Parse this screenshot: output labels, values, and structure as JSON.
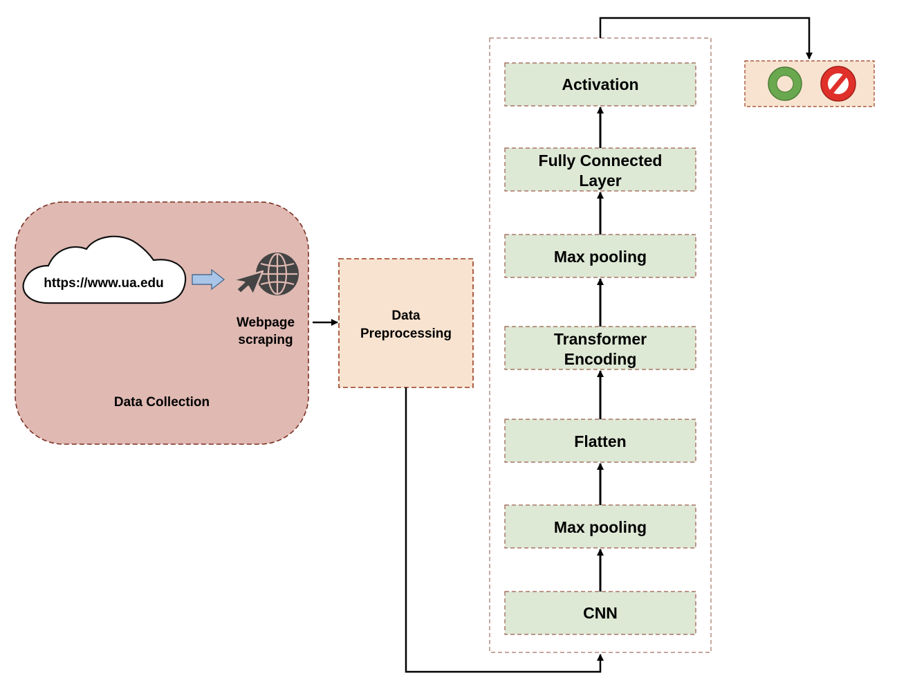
{
  "colors": {
    "collection_fill": "#dfb9b2",
    "collection_border": "#7a2e22",
    "preprocess_fill": "#f7e3cf",
    "preprocess_border": "#9a3b1f",
    "layer_fill": "#dde8d5",
    "layer_border": "#9a5a4a",
    "model_border": "#a07060",
    "arrow": "#000000",
    "small_arrow_fill": "#a9c6e8",
    "small_arrow_stroke": "#4a6a90",
    "positive_icon": "#6aa84f",
    "negative_icon": "#e0302a",
    "globe_icon": "#444444"
  },
  "data_collection": {
    "url": "https://www.ua.edu",
    "scraping_label_line1": "Webpage",
    "scraping_label_line2": "scraping",
    "title": "Data Collection"
  },
  "preprocessing": {
    "line1": "Data",
    "line2": "Preprocessing"
  },
  "model_layers": {
    "activation": "Activation",
    "fully_connected_line1": "Fully Connected",
    "fully_connected_line2": "Layer",
    "max_pooling_top": "Max pooling",
    "transformer_line1": "Transformer",
    "transformer_line2": "Encoding",
    "flatten": "Flatten",
    "max_pooling_bottom": "Max pooling",
    "cnn": "CNN"
  },
  "output": {
    "icons": [
      "positive-circle-icon",
      "prohibited-icon"
    ]
  }
}
